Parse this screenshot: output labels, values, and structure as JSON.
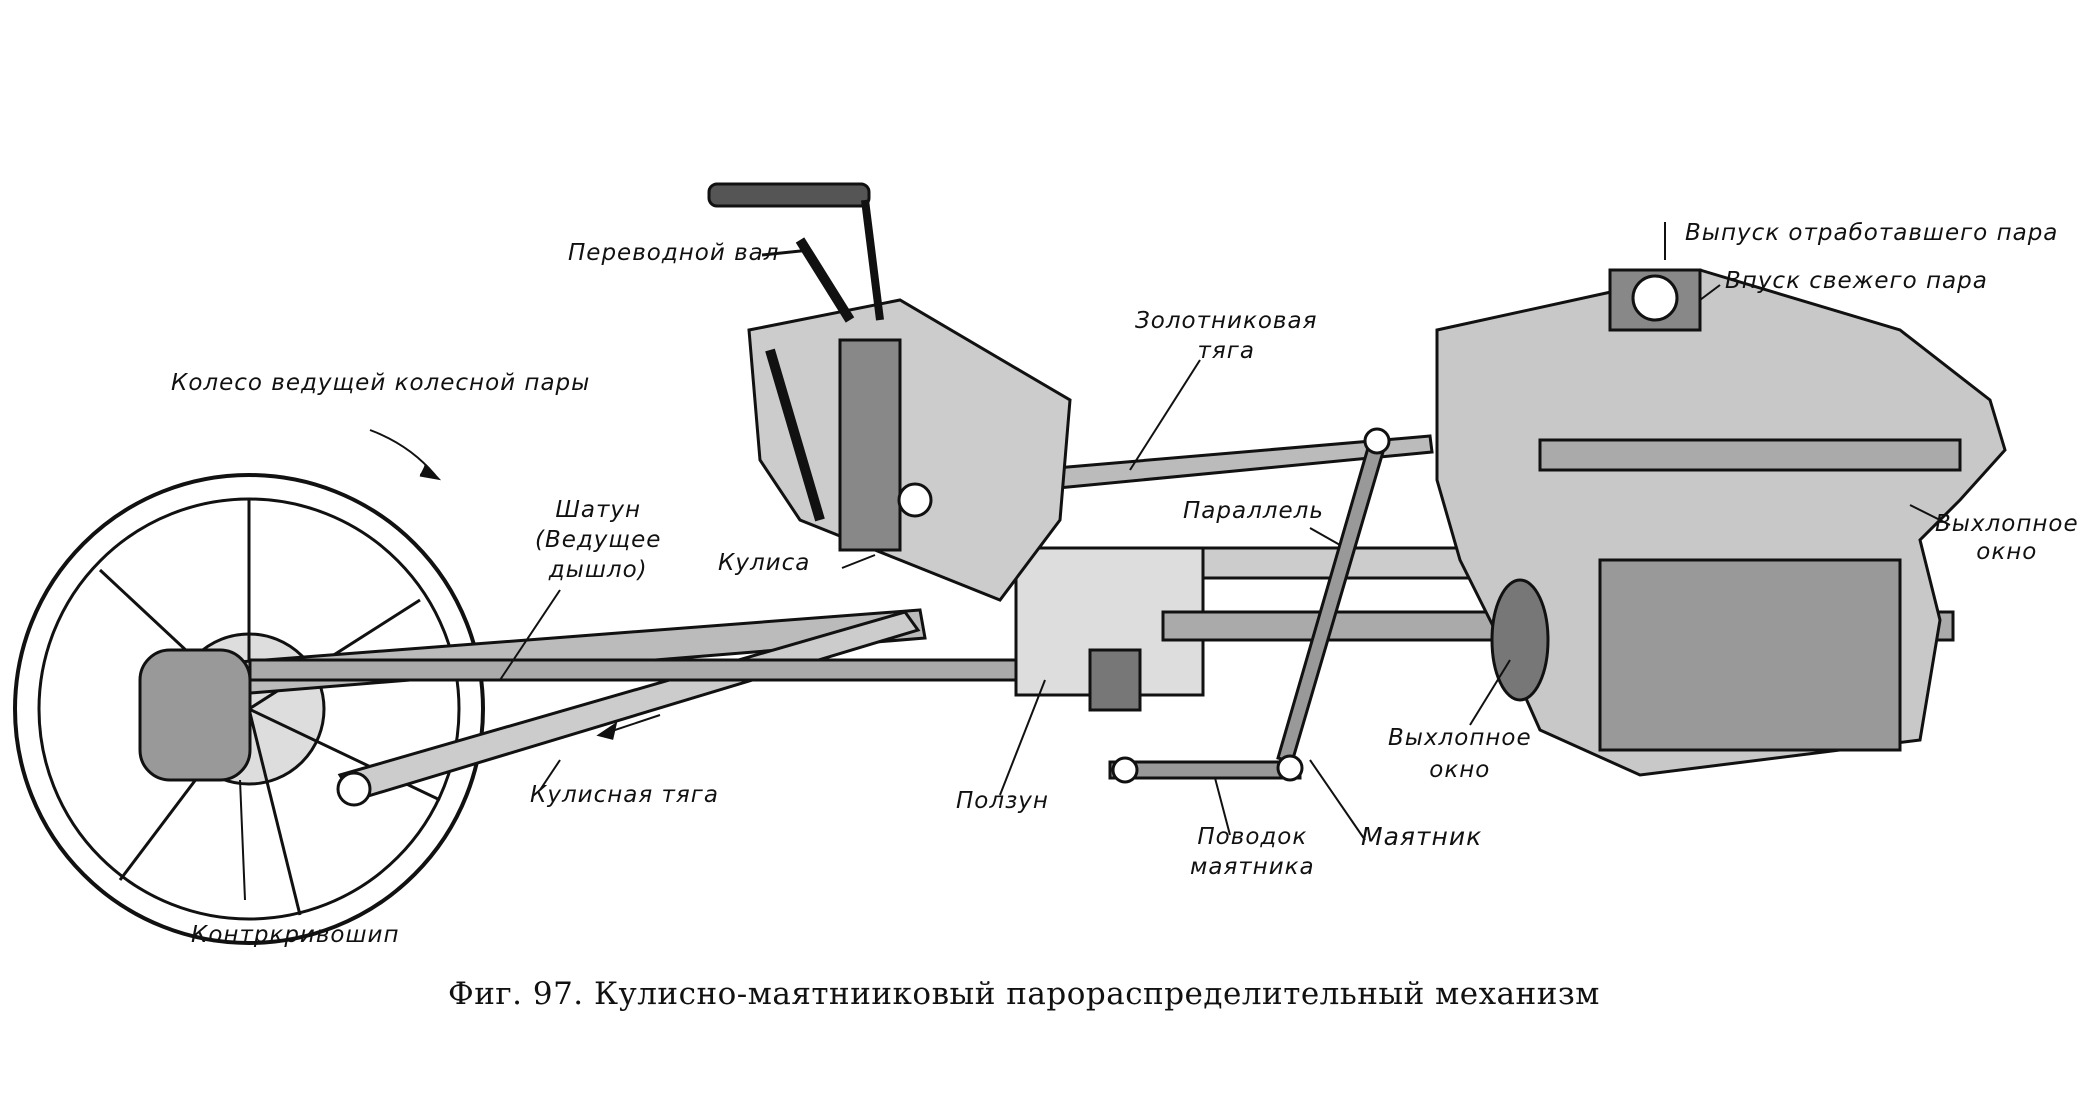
{
  "figure": {
    "caption": "Фиг. 97. Кулисно-маятнииковый парораспределительный механизм",
    "labels": {
      "reverse_shaft": "Переводной вал",
      "driving_wheel": "Колесо ведущей колесной пары",
      "valve_rod": [
        "Золотниковая",
        "тяга"
      ],
      "exhaust_steam": "Выпуск отработавшего пара",
      "live_steam": "Впуск свежего пара",
      "main_rod": [
        "Шатун",
        "(Ведущее",
        "дышло)"
      ],
      "guide_bar": "Параллель",
      "link": "Кулиса",
      "exhaust_port_right": [
        "Выхлопное",
        "окно"
      ],
      "exhaust_port_bottom": [
        "Выхлопное",
        "окно"
      ],
      "eccentric_rod": "Кулисная тяга",
      "crosshead": "Ползун",
      "combination_link": "Маятник",
      "union_link": [
        "Поводок",
        "маятника"
      ],
      "return_crank": "Контркривошип"
    }
  }
}
